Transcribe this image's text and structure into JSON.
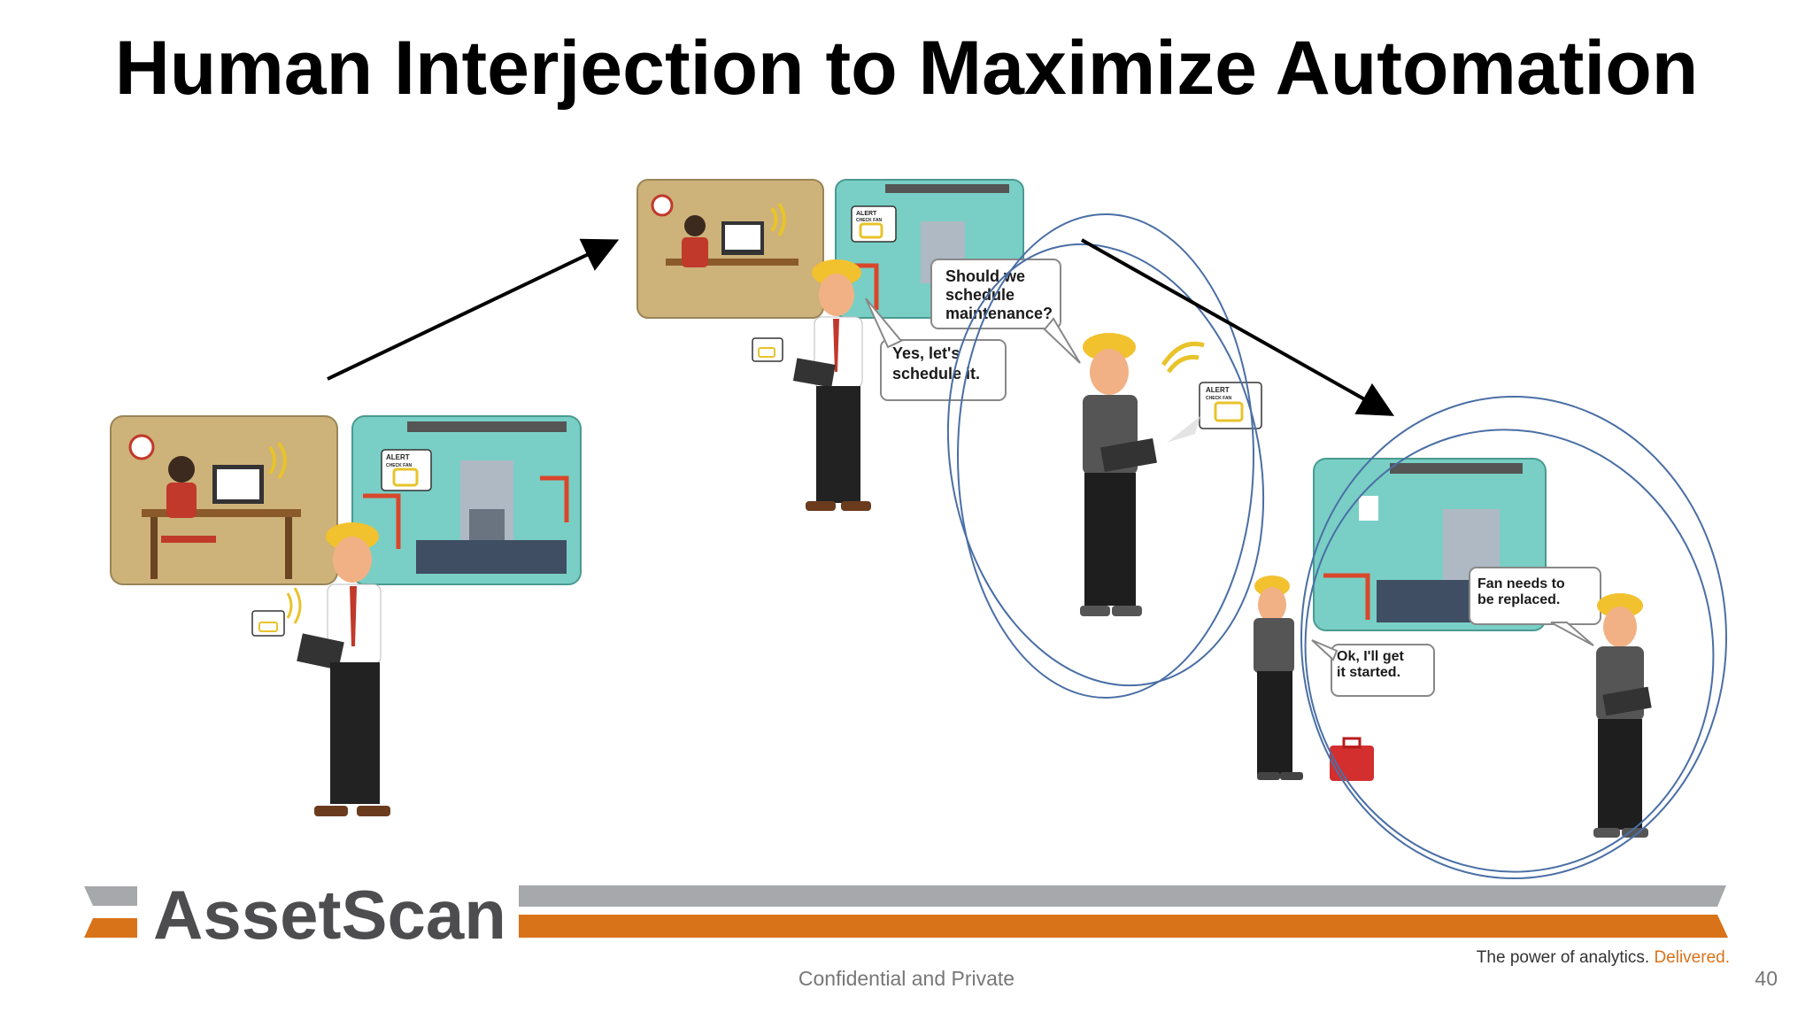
{
  "slide": {
    "title": "Human Interjection to Maximize Automation",
    "page_number": "40",
    "footer_text": "Confidential and Private"
  },
  "brand": {
    "logo_text": "AssetScan",
    "tagline_main": "The power of analytics.",
    "tagline_accent": "Delivered.",
    "accent_color": "#d9731a",
    "gray_color": "#a6a8ab"
  },
  "panels": {
    "alert_title": "ALERT",
    "alert_subtitle": "CHECK FAN"
  },
  "bubbles": {
    "question_line1": "Should we",
    "question_line2": "schedule",
    "question_line3": "maintenance?",
    "answer_line1": "Yes, let's",
    "answer_line2": "schedule it.",
    "replace_line1": "Fan needs to",
    "replace_line2": "be replaced.",
    "ack_line1": "Ok, I'll get",
    "ack_line2": "it started."
  }
}
